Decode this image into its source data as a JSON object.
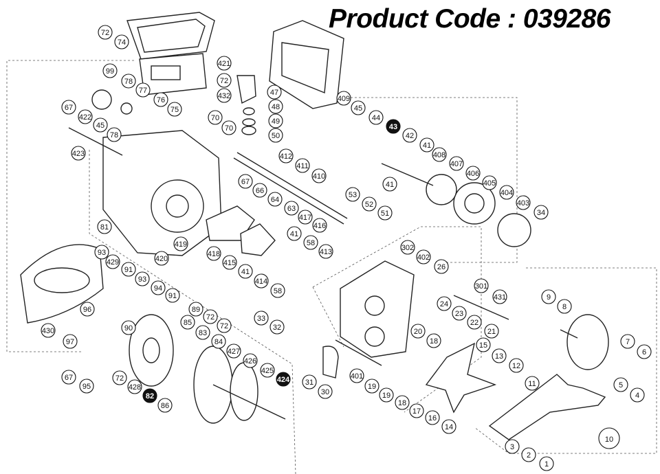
{
  "title": "Product Code : 039286",
  "callouts": [
    {
      "label": "72"
    },
    {
      "label": "74"
    },
    {
      "label": "421"
    },
    {
      "label": "72"
    },
    {
      "label": "432"
    },
    {
      "label": "99"
    },
    {
      "label": "78"
    },
    {
      "label": "77"
    },
    {
      "label": "67"
    },
    {
      "label": "422"
    },
    {
      "label": "45"
    },
    {
      "label": "78"
    },
    {
      "label": "76"
    },
    {
      "label": "75"
    },
    {
      "label": "47"
    },
    {
      "label": "48"
    },
    {
      "label": "49"
    },
    {
      "label": "50"
    },
    {
      "label": "70"
    },
    {
      "label": "70"
    },
    {
      "label": "423"
    },
    {
      "label": "409"
    },
    {
      "label": "45"
    },
    {
      "label": "44"
    },
    {
      "label": "43",
      "inverted": true
    },
    {
      "label": "42"
    },
    {
      "label": "41"
    },
    {
      "label": "41"
    },
    {
      "label": "408"
    },
    {
      "label": "407"
    },
    {
      "label": "406"
    },
    {
      "label": "405"
    },
    {
      "label": "404"
    },
    {
      "label": "403"
    },
    {
      "label": "34"
    },
    {
      "label": "412"
    },
    {
      "label": "411"
    },
    {
      "label": "410"
    },
    {
      "label": "53"
    },
    {
      "label": "52"
    },
    {
      "label": "51"
    },
    {
      "label": "67"
    },
    {
      "label": "66"
    },
    {
      "label": "64"
    },
    {
      "label": "63"
    },
    {
      "label": "417"
    },
    {
      "label": "416"
    },
    {
      "label": "81"
    },
    {
      "label": "41"
    },
    {
      "label": "58"
    },
    {
      "label": "413"
    },
    {
      "label": "419"
    },
    {
      "label": "418"
    },
    {
      "label": "415"
    },
    {
      "label": "41"
    },
    {
      "label": "414"
    },
    {
      "label": "58"
    },
    {
      "label": "420"
    },
    {
      "label": "93"
    },
    {
      "label": "429"
    },
    {
      "label": "91"
    },
    {
      "label": "93"
    },
    {
      "label": "94"
    },
    {
      "label": "91"
    },
    {
      "label": "96"
    },
    {
      "label": "89"
    },
    {
      "label": "72"
    },
    {
      "label": "72"
    },
    {
      "label": "430"
    },
    {
      "label": "90"
    },
    {
      "label": "97"
    },
    {
      "label": "85"
    },
    {
      "label": "83"
    },
    {
      "label": "84"
    },
    {
      "label": "427"
    },
    {
      "label": "426"
    },
    {
      "label": "425"
    },
    {
      "label": "424",
      "inverted": true
    },
    {
      "label": "67"
    },
    {
      "label": "72"
    },
    {
      "label": "428"
    },
    {
      "label": "82",
      "inverted": true
    },
    {
      "label": "86"
    },
    {
      "label": "95"
    },
    {
      "label": "33"
    },
    {
      "label": "32"
    },
    {
      "label": "302"
    },
    {
      "label": "402"
    },
    {
      "label": "26"
    },
    {
      "label": "301"
    },
    {
      "label": "431"
    },
    {
      "label": "24"
    },
    {
      "label": "23"
    },
    {
      "label": "22"
    },
    {
      "label": "21"
    },
    {
      "label": "20"
    },
    {
      "label": "18"
    },
    {
      "label": "15"
    },
    {
      "label": "13"
    },
    {
      "label": "12"
    },
    {
      "label": "11"
    },
    {
      "label": "401"
    },
    {
      "label": "19"
    },
    {
      "label": "19"
    },
    {
      "label": "18"
    },
    {
      "label": "17"
    },
    {
      "label": "16"
    },
    {
      "label": "14"
    },
    {
      "label": "31"
    },
    {
      "label": "30"
    },
    {
      "label": "9"
    },
    {
      "label": "8"
    },
    {
      "label": "7"
    },
    {
      "label": "6"
    },
    {
      "label": "5"
    },
    {
      "label": "4"
    },
    {
      "label": "3"
    },
    {
      "label": "2"
    },
    {
      "label": "1"
    },
    {
      "label": "10",
      "large": true
    }
  ]
}
